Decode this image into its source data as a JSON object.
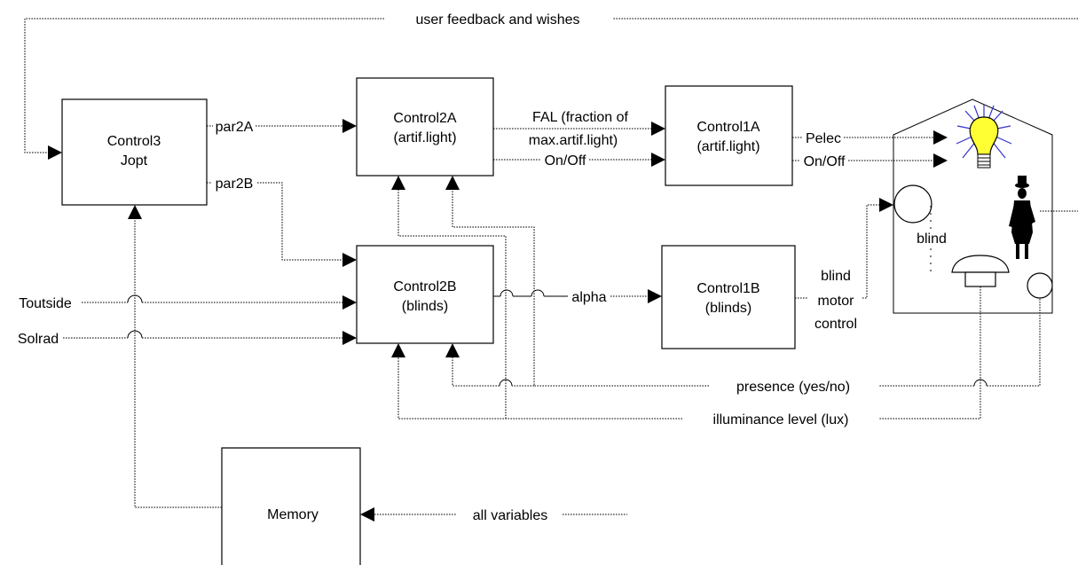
{
  "blocks": {
    "control3": {
      "line1": "Control3",
      "line2": "Jopt"
    },
    "control2a": {
      "line1": "Control2A",
      "line2": "(artif.light)"
    },
    "control2b": {
      "line1": "Control2B",
      "line2": "(blinds)"
    },
    "control1a": {
      "line1": "Control1A",
      "line2": "(artif.light)"
    },
    "control1b": {
      "line1": "Control1B",
      "line2": "(blinds)"
    },
    "memory": {
      "label": "Memory"
    }
  },
  "signals": {
    "feedback": "user feedback and wishes",
    "par2a": "par2A",
    "par2b": "par2B",
    "fal_line1": "FAL (fraction of",
    "fal_line2": "max.artif.light)",
    "onoff_2a": "On/Off",
    "pelec": "Pelec",
    "onoff_1a": "On/Off",
    "toutside": "Toutside",
    "solrad": "Solrad",
    "alpha": "alpha",
    "blind_motor_1": "blind",
    "blind_motor_2": "motor",
    "blind_motor_3": "control",
    "presence": "presence (yes/no)",
    "illuminance": "illuminance level (lux)",
    "all_variables": "all variables"
  },
  "room": {
    "blind_label": "blind"
  },
  "icons": {
    "bulb": "light-bulb-icon",
    "person": "person-icon",
    "blind_roll": "blind-roll-icon",
    "lux_sensor": "lux-sensor-icon",
    "presence_sensor": "presence-sensor-icon"
  },
  "colors": {
    "bulb_fill": "#ffff33",
    "bulb_rays": "#3333cc",
    "line": "#000000"
  }
}
